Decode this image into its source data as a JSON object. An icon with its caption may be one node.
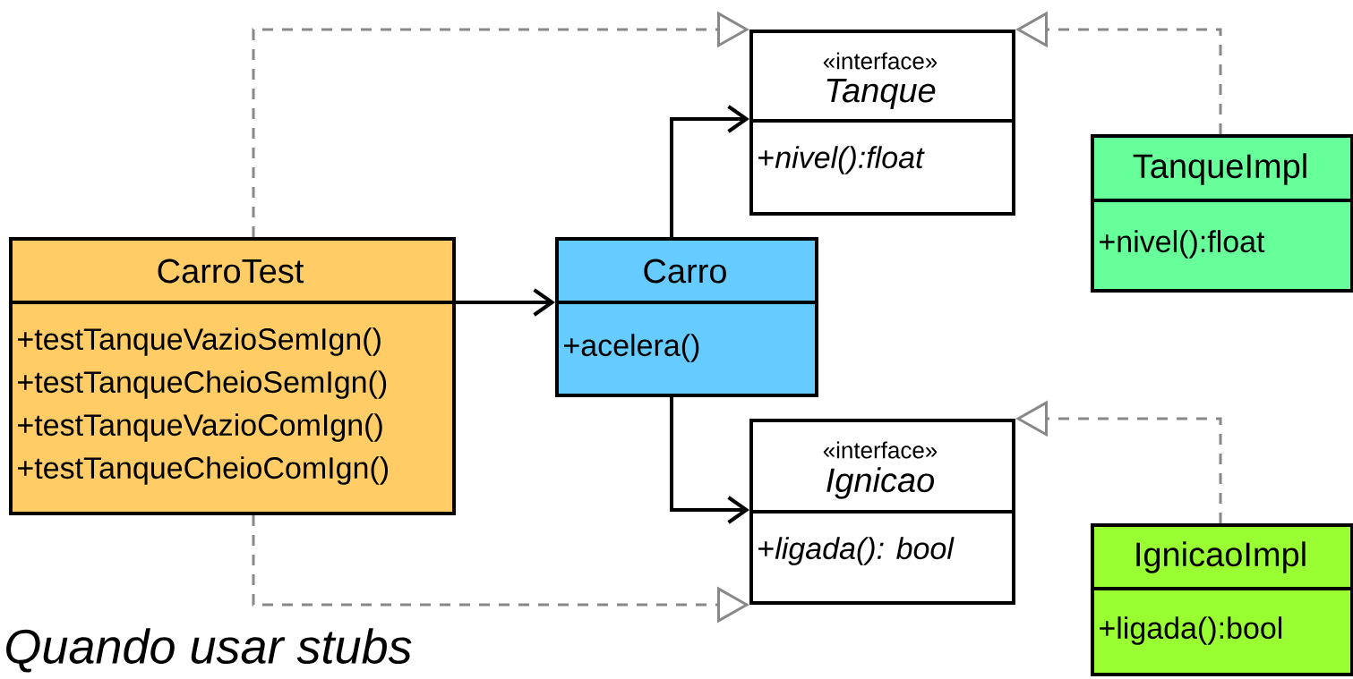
{
  "diagram": {
    "nodes": [
      {
        "text": [
          "«interface»",
          "Tanque",
          "+*nivel():float*"
        ]
      },
      {
        "text": [
          "TanqueImpl",
          "+nivel():float"
        ]
      },
      {
        "text": [
          "CarroTest",
          "+testTanqueVazioSemIgn()",
          "+testTanqueCheioSemIgn()",
          "+testTanqueVazioComIgn()",
          "+testTanqueCheioComIgn()"
        ]
      },
      {
        "text": [
          "Carro",
          "+acelera()"
        ]
      },
      {
        "text": [
          "«interface»",
          "Ignicao",
          "+*ligada(): bool*"
        ]
      },
      {
        "text": [
          "IgnicaoImpl",
          "+ligada():bool"
        ]
      }
    ],
    "edges": [
      {
        "from": 2,
        "to": 3,
        "arrow": "to",
        "color": "#000000"
      },
      {
        "from": 3,
        "to": 0,
        "arrow": "to",
        "color": "#000000"
      },
      {
        "from": 3,
        "to": 4,
        "arrow": "to",
        "color": "#000000"
      },
      {
        "from": 2,
        "to": 0,
        "arrow": "to",
        "style": "dashed"
      },
      {
        "from": 1,
        "to": 0,
        "arrow": "to",
        "style": "dashed"
      },
      {
        "from": 2,
        "to": 4,
        "arrow": "to",
        "style": "dashed"
      },
      {
        "from": 5,
        "to": 4,
        "arrow": "to",
        "style": "dashed"
      }
    ],
    "labels": [
      "Quando usar stubs"
    ]
  }
}
